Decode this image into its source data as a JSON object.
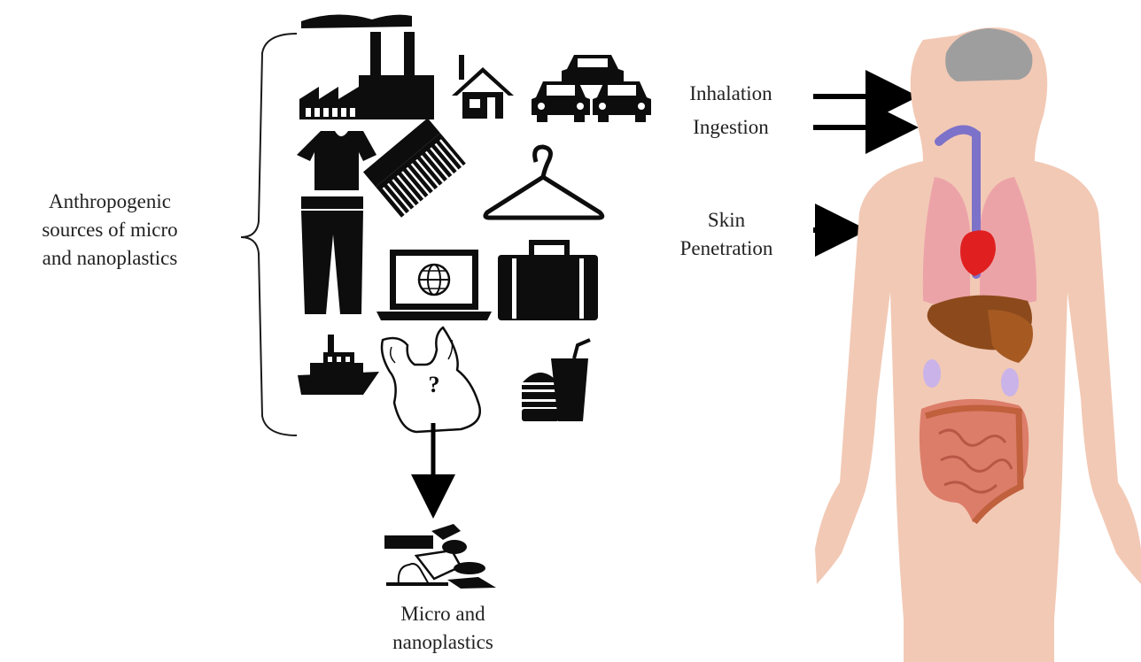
{
  "sources_label": {
    "line1": "Anthropogenic",
    "line2": "sources of micro",
    "line3": "and nanoplastics"
  },
  "routes": {
    "inhalation": "Inhalation",
    "ingestion": "Ingestion",
    "skin_line1": "Skin",
    "skin_line2": "Penetration"
  },
  "result_label": {
    "line1": "Micro and",
    "line2": "nanoplastics"
  },
  "bag_mark": "?",
  "icons": [
    "factory-icon",
    "house-icon",
    "cars-icon",
    "tshirt-icon",
    "comb-icon",
    "hanger-icon",
    "pants-icon",
    "laptop-globe-icon",
    "suitcase-icon",
    "ship-icon",
    "plastic-bag-icon",
    "fast-food-icon",
    "plastic-fragments-icon",
    "human-body-icon"
  ],
  "colors": {
    "icon": "#0d0d0d",
    "skin": "#f2c9b5",
    "brain": "#9e9e9e",
    "lungs": "#eca3a8",
    "heart": "#e02020",
    "liver": "#8c4a1c",
    "kidney": "#c9b3e8",
    "intestine": "#dc7d6a",
    "esophagus": "#7d72c9"
  }
}
